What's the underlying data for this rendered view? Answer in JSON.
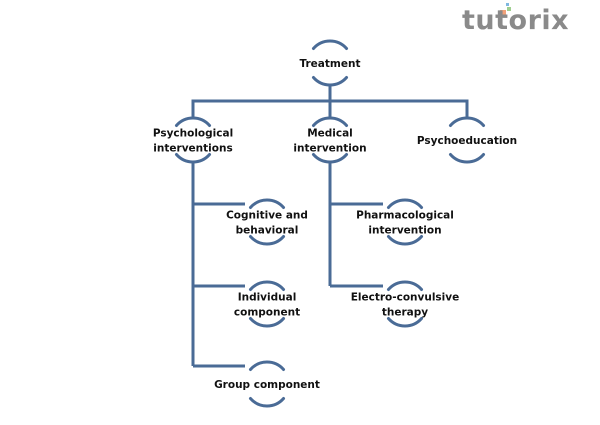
{
  "logo": {
    "text": "tutorix",
    "text_color": "#8a8a8a",
    "dot_colors": [
      "#f2a27a",
      "#9fcf8f",
      "#7fb8e0"
    ]
  },
  "diagram": {
    "line_color": "#4a6b96",
    "text_color": "#111111",
    "nodes": [
      {
        "id": "treatment",
        "lines": [
          "Treatment"
        ]
      },
      {
        "id": "psychological",
        "lines": [
          "Psychological",
          "interventions"
        ]
      },
      {
        "id": "medical",
        "lines": [
          "Medical",
          "intervention"
        ]
      },
      {
        "id": "psychoeducation",
        "lines": [
          "Psychoeducation"
        ]
      },
      {
        "id": "cognitive",
        "lines": [
          "Cognitive and",
          "behavioral"
        ]
      },
      {
        "id": "individual",
        "lines": [
          "Individual",
          "component"
        ]
      },
      {
        "id": "group",
        "lines": [
          "Group component"
        ]
      },
      {
        "id": "pharmacological",
        "lines": [
          "Pharmacological",
          "intervention"
        ]
      },
      {
        "id": "ect",
        "lines": [
          "Electro-convulsive",
          "therapy"
        ]
      }
    ],
    "edges": [
      {
        "from": "treatment",
        "to": "psychological"
      },
      {
        "from": "treatment",
        "to": "medical"
      },
      {
        "from": "treatment",
        "to": "psychoeducation"
      },
      {
        "from": "psychological",
        "to": "cognitive"
      },
      {
        "from": "psychological",
        "to": "individual"
      },
      {
        "from": "psychological",
        "to": "group"
      },
      {
        "from": "medical",
        "to": "pharmacological"
      },
      {
        "from": "medical",
        "to": "ect"
      }
    ]
  }
}
